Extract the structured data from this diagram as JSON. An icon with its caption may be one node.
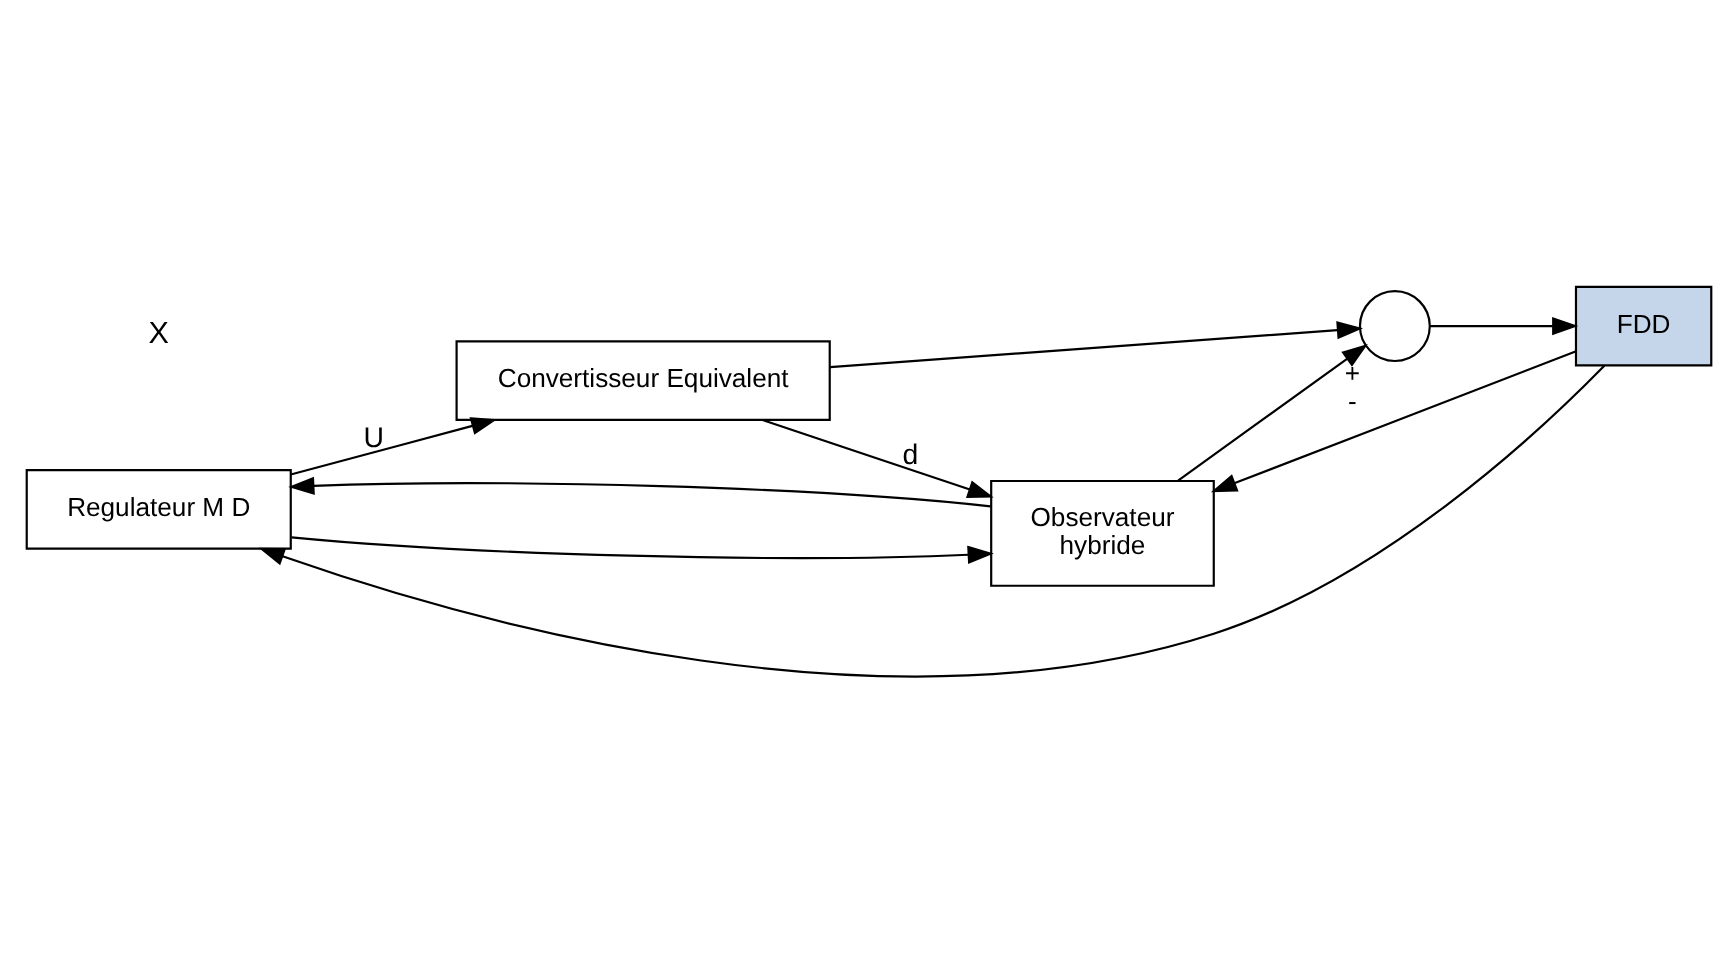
{
  "diagram": {
    "nodes": [
      {
        "text": [
          "Regulateur M D"
        ]
      },
      {
        "text": [
          "Convertisseur Equivalent"
        ]
      },
      {
        "text": [
          "Observateur",
          "hybride"
        ]
      },
      {
        "text": [],
        "shape": "circle",
        "beside": [
          "+",
          "-"
        ]
      },
      {
        "text": [
          "FDD"
        ]
      }
    ],
    "edges": [
      {
        "from": 0,
        "to": 1,
        "arrow": "to",
        "label": "U"
      },
      {
        "from": 0,
        "to": 2,
        "arrow": "to"
      },
      {
        "from": 1,
        "to": 2,
        "arrow": "to",
        "label": "d"
      },
      {
        "from": 1,
        "to": 3,
        "arrow": "to"
      },
      {
        "from": 2,
        "to": 3,
        "arrow": "to"
      },
      {
        "from": 3,
        "to": 4,
        "arrow": "to"
      },
      {
        "from": 4,
        "to": 0,
        "arrow": "to"
      },
      {
        "from": 2,
        "to": 0,
        "arrow": "to"
      },
      {
        "from": 4,
        "to": 2,
        "arrow": "to"
      }
    ],
    "labels": [
      "X"
    ]
  }
}
